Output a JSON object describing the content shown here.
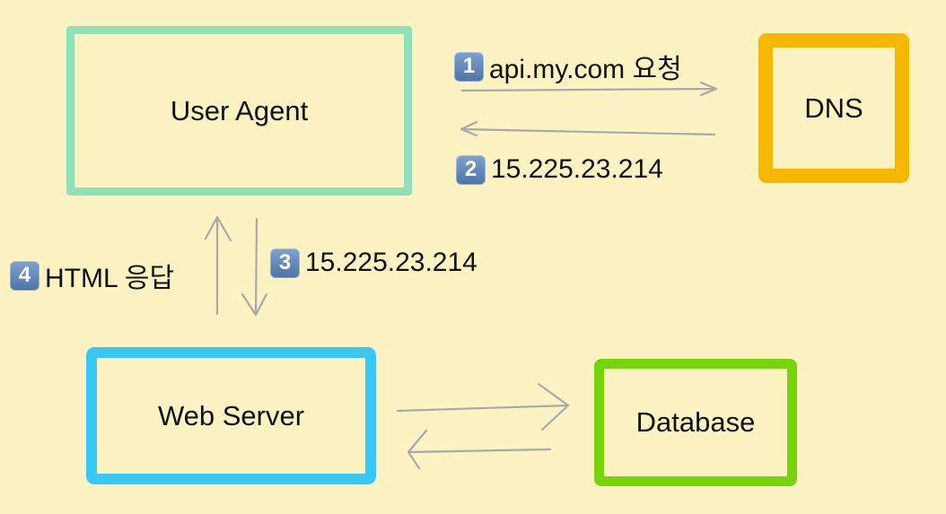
{
  "nodes": {
    "user_agent": "User Agent",
    "dns": "DNS",
    "web_server": "Web Server",
    "database": "Database"
  },
  "steps": [
    {
      "number": "1",
      "text": "api.my.com 요청"
    },
    {
      "number": "2",
      "text": "15.225.23.214"
    },
    {
      "number": "3",
      "text": "15.225.23.214"
    },
    {
      "number": "4",
      "text": "HTML 응답"
    }
  ],
  "colors": {
    "background": "#fdf2c2",
    "user_agent_border": "#8de0b7",
    "dns_border": "#f6b700",
    "web_server_border": "#38c8f7",
    "database_border": "#75d40a",
    "arrow": "#a9a9a9",
    "badge": "#5f84b8"
  }
}
